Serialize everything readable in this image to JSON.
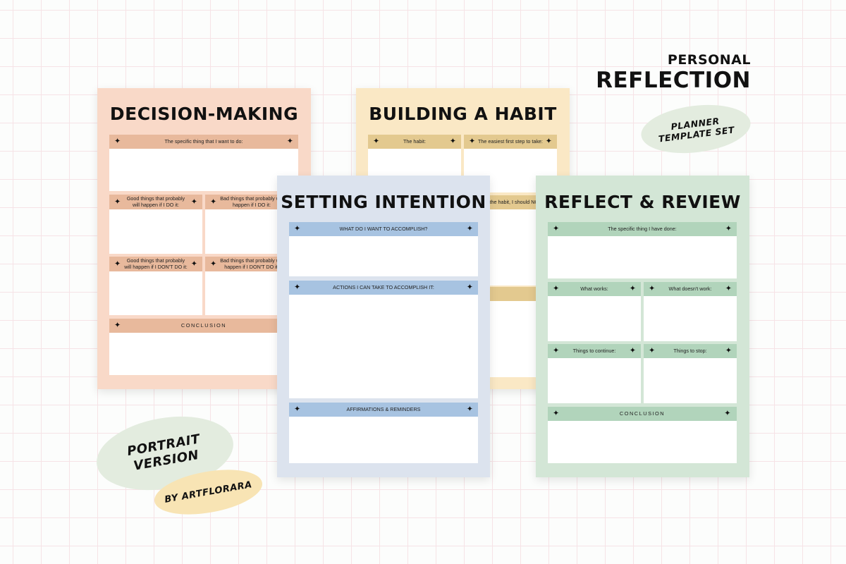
{
  "brand": {
    "top": "PERSONAL",
    "main": "REFLECTION",
    "planner_line1": "PLANNER",
    "planner_line2": "TEMPLATE SET",
    "portrait_line1": "PORTRAIT",
    "portrait_line2": "VERSION",
    "artist": "BY ARTFLORARA"
  },
  "colors": {
    "decision_bg": "#f9d9c8",
    "decision_head": "#e8b99c",
    "habit_bg": "#fae8c5",
    "habit_head": "#e3c98f",
    "intention_bg": "#dce3ee",
    "intention_head": "#a7c3e1",
    "review_bg": "#d3e6d6",
    "review_head": "#b1d4bb",
    "blob_green": "#e3ecdf",
    "blob_yellow": "#f8e4b4"
  },
  "decision": {
    "title": "DECISION-MAKING",
    "specific": "The specific thing that I want to do:",
    "good_do": "Good things that probably will happen if I DO it:",
    "bad_do": "Bad things that probably will happen if I DO it:",
    "good_dont": "Good things that probably will happen if I DON'T DO it:",
    "bad_dont": "Bad things that probably will happen if I DON'T DO it:",
    "conclusion": "CONCLUSION"
  },
  "habit": {
    "title": "BUILDING A HABIT",
    "habit": "The habit:",
    "first_step": "The easiest first step to take:",
    "partial": "ild the habit, I should NO"
  },
  "intention": {
    "title": "SETTING INTENTION",
    "accomplish": "WHAT DO I WANT TO ACCOMPLISH?",
    "actions": "ACTIONS I CAN TAKE TO ACCOMPLISH IT:",
    "affirmations": "AFFIRMATIONS & REMINDERS"
  },
  "review": {
    "title": "REFLECT & REVIEW",
    "done": "The specific thing I have done:",
    "works": "What works:",
    "doesnt_work": "What doesn't work:",
    "continue": "Things to continue:",
    "stop": "Things to stop:",
    "conclusion": "CONCLUSION"
  },
  "icons": {
    "section": "sparkle-icon",
    "glyph": "✦"
  }
}
